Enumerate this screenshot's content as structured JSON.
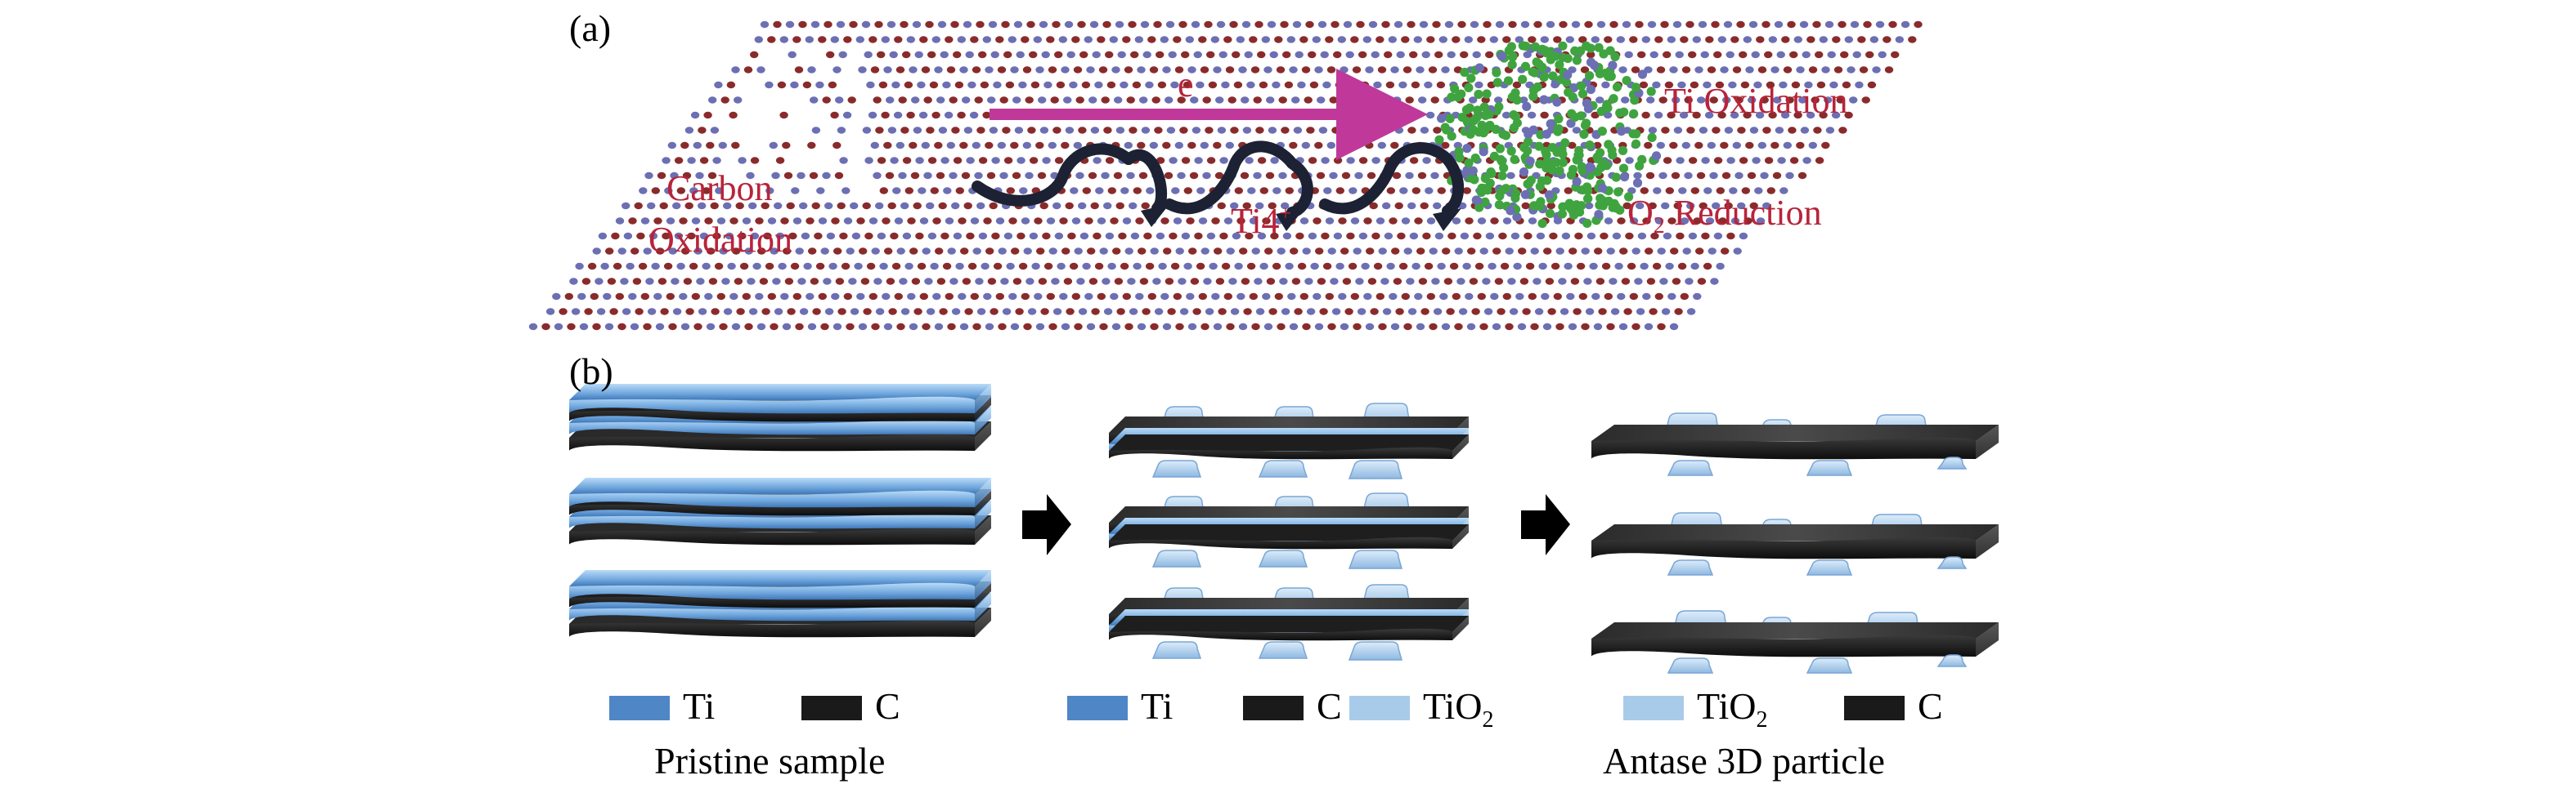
{
  "panel_a": {
    "label": "(a)",
    "electron_label": "e",
    "ti_oxidation": "Ti Oxidation",
    "carbon_oxidation_line1": "Carbon",
    "carbon_oxidation_line2": "Oxidation",
    "ion_label": "Ti4",
    "ion_sup": "+",
    "o2_reduction_pre": "O",
    "o2_reduction_sub": "2",
    "o2_reduction_post": " Reduction"
  },
  "panel_b": {
    "label": "(b)",
    "stages": [
      {
        "caption": "Pristine sample",
        "legend": [
          {
            "text": "Ti",
            "sub": "",
            "color": "#4f86c6"
          },
          {
            "text": "C",
            "sub": "",
            "color": "#1a1a1a"
          }
        ]
      },
      {
        "caption": "",
        "legend": [
          {
            "text": "Ti",
            "sub": "",
            "color": "#4f86c6"
          },
          {
            "text": "C",
            "sub": "",
            "color": "#1a1a1a"
          },
          {
            "text": "TiO",
            "sub": "2",
            "color": "#a9cbea"
          }
        ]
      },
      {
        "caption": "Antase 3D particle",
        "legend": [
          {
            "text": "TiO",
            "sub": "2",
            "color": "#a9cbea"
          },
          {
            "text": "C",
            "sub": "",
            "color": "#1a1a1a"
          }
        ]
      }
    ]
  },
  "colors": {
    "ti_atom": "#6c6fb3",
    "c_atom": "#8a2b2b",
    "o_atom": "#3fa43f",
    "arrow_pink": "#c0399a",
    "arrow_dark": "#1c2233",
    "label_red": "#b8243a",
    "ti_layer": "#7fb2e4",
    "c_layer": "#1a1a1a",
    "tio2": "#a9cbea"
  }
}
